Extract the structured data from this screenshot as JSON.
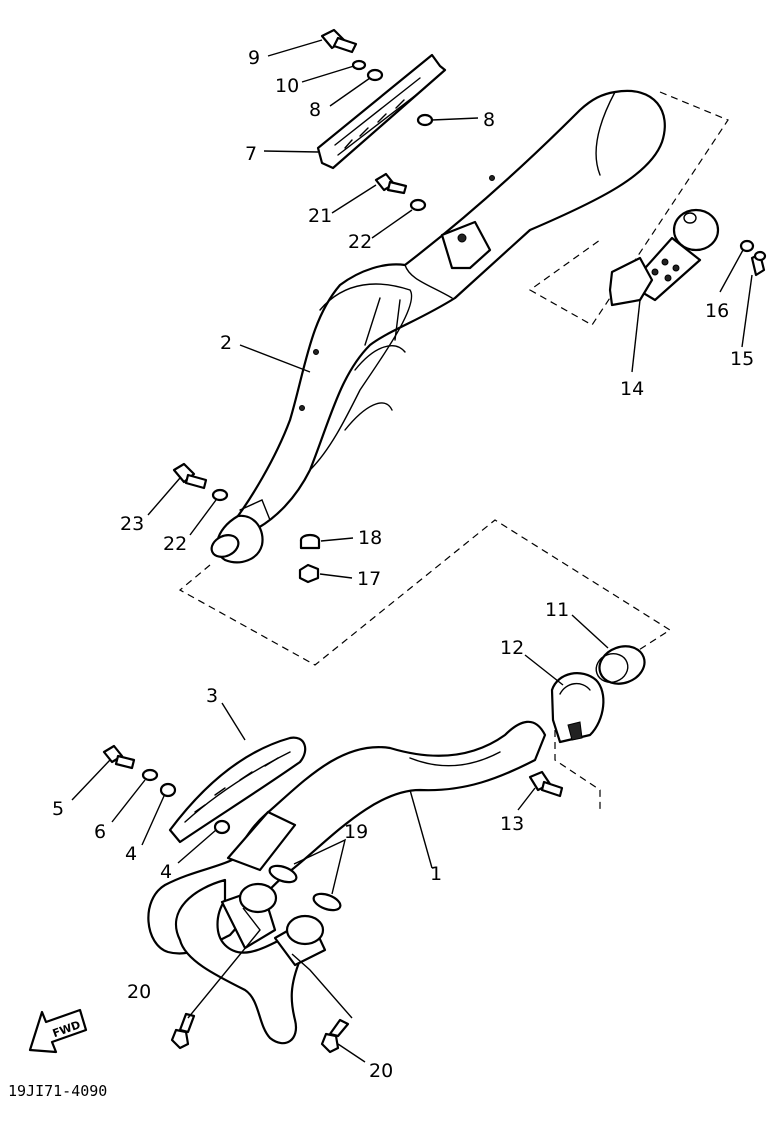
{
  "figure_code": "19JI71-4090",
  "fwd_label": "FWD",
  "callouts": [
    {
      "id": "c9",
      "label": "9"
    },
    {
      "id": "c10",
      "label": "10"
    },
    {
      "id": "c8a",
      "label": "8"
    },
    {
      "id": "c8b",
      "label": "8"
    },
    {
      "id": "c7",
      "label": "7"
    },
    {
      "id": "c21",
      "label": "21"
    },
    {
      "id": "c22a",
      "label": "22"
    },
    {
      "id": "c2",
      "label": "2"
    },
    {
      "id": "c14",
      "label": "14"
    },
    {
      "id": "c16",
      "label": "16"
    },
    {
      "id": "c15",
      "label": "15"
    },
    {
      "id": "c23",
      "label": "23"
    },
    {
      "id": "c22b",
      "label": "22"
    },
    {
      "id": "c18",
      "label": "18"
    },
    {
      "id": "c17",
      "label": "17"
    },
    {
      "id": "c11",
      "label": "11"
    },
    {
      "id": "c12",
      "label": "12"
    },
    {
      "id": "c3",
      "label": "3"
    },
    {
      "id": "c5",
      "label": "5"
    },
    {
      "id": "c6",
      "label": "6"
    },
    {
      "id": "c4a",
      "label": "4"
    },
    {
      "id": "c4b",
      "label": "4"
    },
    {
      "id": "c13",
      "label": "13"
    },
    {
      "id": "c1",
      "label": "1"
    },
    {
      "id": "c19",
      "label": "19"
    },
    {
      "id": "c20a",
      "label": "20"
    },
    {
      "id": "c20b",
      "label": "20"
    }
  ]
}
